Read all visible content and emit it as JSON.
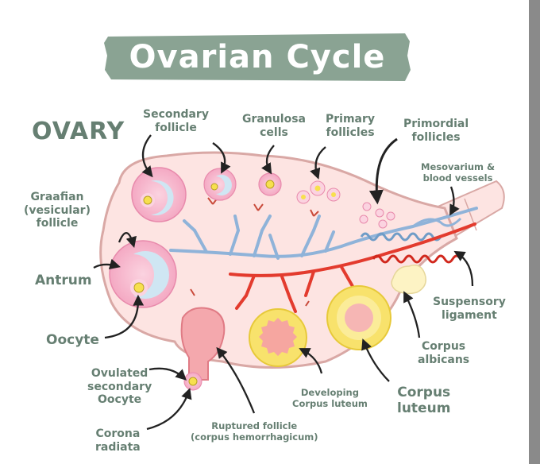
{
  "title": "Ovarian Cycle",
  "organ_label": "OVARY",
  "labels": {
    "secondary_follicle": [
      "Secondary",
      "follicle"
    ],
    "granulosa_cells": [
      "Granulosa",
      "cells"
    ],
    "primary_follicles": [
      "Primary",
      "follicles"
    ],
    "primordial_follicles": [
      "Primordial",
      "follicles"
    ],
    "mesovarium": [
      "Mesovarium &",
      "blood vessels"
    ],
    "graafian_follicle": [
      "Graafian",
      "(vesicular)",
      "follicle"
    ],
    "antrum": "Antrum",
    "oocyte": "Oocyte",
    "suspensory_ligament": [
      "Suspensory",
      "ligament"
    ],
    "corpus_albicans": [
      "Corpus",
      "albicans"
    ],
    "ovulated_oocyte": [
      "Ovulated",
      "secondary",
      "Oocyte"
    ],
    "corpus_luteum": [
      "Corpus",
      "luteum"
    ],
    "developing_corpus_luteum": [
      "Developing",
      "Corpus luteum"
    ],
    "ruptured_follicle": [
      "Ruptured follicle",
      "(corpus hemorrhagicum)"
    ],
    "corona_radiata": [
      "Corona",
      "radiata"
    ]
  },
  "colors": {
    "banner": "#8aa393",
    "label_text": "#667f72",
    "ovary_fill": "#fde4e2",
    "ovary_stroke": "#d9a8a5",
    "antrum": "#cfe6f3",
    "follicle_pink": "#f6b8cd",
    "oocyte": "#f7e04e",
    "luteum_yellow": "#f8e26c",
    "albicans": "#fdf3c4",
    "artery": "#e33b2e",
    "vein": "#8fb3d9"
  }
}
